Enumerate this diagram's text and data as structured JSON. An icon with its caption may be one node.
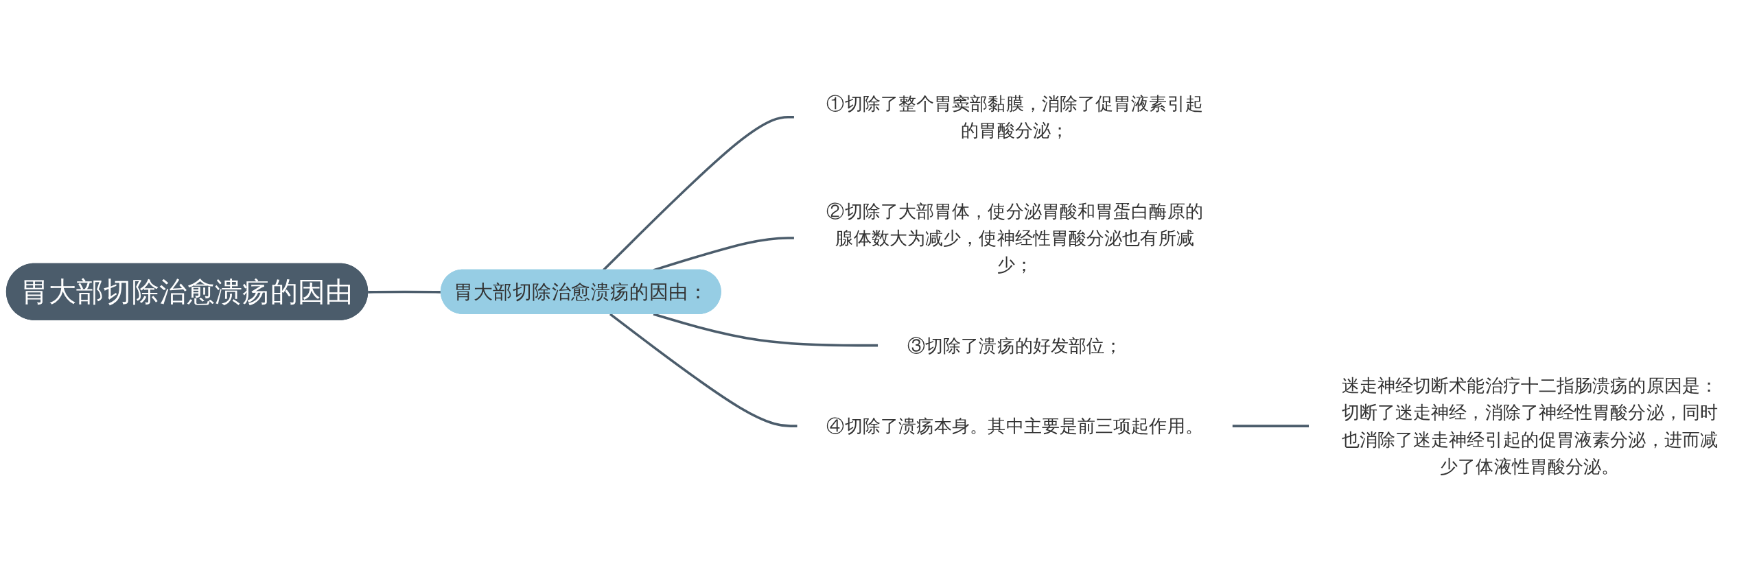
{
  "diagram": {
    "nodes": [
      {
        "text": [
          "胃大部切除治愈溃疡的因由"
        ]
      },
      {
        "text": [
          "胃大部切除治愈溃疡的因由："
        ]
      },
      {
        "text": [
          "①切除了整个胃窦部黏膜，消除了促胃液素引起的胃酸分泌；"
        ]
      },
      {
        "text": [
          "②切除了大部胃体，使分泌胃酸和胃蛋白酶原的腺体数大为减少，使神经性胃酸分泌也有所减少；"
        ]
      },
      {
        "text": [
          "③切除了溃疡的好发部位；"
        ]
      },
      {
        "text": [
          "④切除了溃疡本身。其中主要是前三项起作用。"
        ]
      },
      {
        "text": [
          "迷走神经切断术能治疗十二指肠溃疡的原因是：切断了迷走神经，消除了神经性胃酸分泌，同时也消除了迷走神经引起的促胃液素分泌，进而减少了体液性胃酸分泌。"
        ]
      }
    ],
    "edges": [
      {
        "from": 0,
        "to": 1,
        "arrow": "none"
      },
      {
        "from": 1,
        "to": 2,
        "arrow": "none"
      },
      {
        "from": 1,
        "to": 3,
        "arrow": "none"
      },
      {
        "from": 1,
        "to": 4,
        "arrow": "none"
      },
      {
        "from": 1,
        "to": 5,
        "arrow": "none"
      },
      {
        "from": 5,
        "to": 6,
        "arrow": "none"
      }
    ]
  }
}
